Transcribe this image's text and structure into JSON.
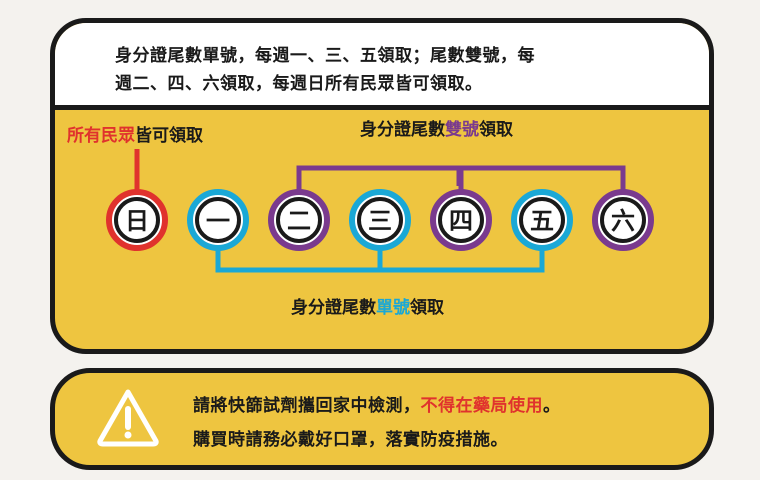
{
  "rules": {
    "line1": "身分證尾數單號，每週一、三、五領取；尾數雙號，每",
    "line2": "週二、四、六領取，每週日所有民眾皆可領取。"
  },
  "labels": {
    "all_people_colored": "所有民眾",
    "all_people_rest": "皆可領取",
    "even_prefix": "身分證尾數",
    "even_colored": "雙號",
    "even_suffix": "領取",
    "odd_prefix": "身分證尾數",
    "odd_colored": "單號",
    "odd_suffix": "領取"
  },
  "days": [
    {
      "char": "日",
      "group": "all"
    },
    {
      "char": "一",
      "group": "odd"
    },
    {
      "char": "二",
      "group": "even"
    },
    {
      "char": "三",
      "group": "odd"
    },
    {
      "char": "四",
      "group": "even"
    },
    {
      "char": "五",
      "group": "odd"
    },
    {
      "char": "六",
      "group": "even"
    }
  ],
  "colors": {
    "all": "#e0322d",
    "odd": "#1aa8d6",
    "even": "#7a3a8e",
    "panel": "#eec540",
    "text": "#1a1a1a"
  },
  "warning": {
    "icon": "warning-triangle-icon",
    "line1_a": "請將快篩試劑攜回家中檢測，",
    "line1_b": "不得在藥局使用",
    "line1_c": "。",
    "line2": "購買時請務必戴好口罩，落實防疫措施。"
  }
}
